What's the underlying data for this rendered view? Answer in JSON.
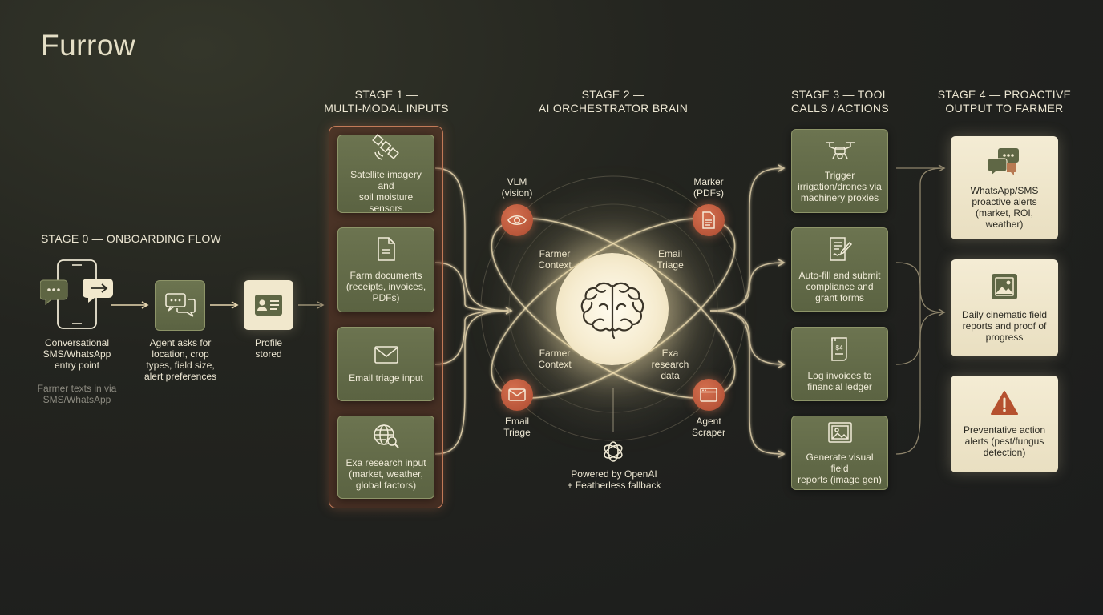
{
  "title": "Furrow",
  "stages": {
    "s0": "STAGE 0 — ONBOARDING FLOW",
    "s1": "STAGE 1 —\nMULTI-MODAL INPUTS",
    "s2": "STAGE 2 —\nAI ORCHESTRATOR BRAIN",
    "s3": "STAGE 3 — TOOL\nCALLS / ACTIONS",
    "s4": "STAGE 4 — PROACTIVE\nOUTPUT TO FARMER"
  },
  "onboarding": {
    "entry": "Conversational\nSMS/WhatsApp\nentry point",
    "entry_note": "Farmer texts in via\nSMS/WhatsApp",
    "agent": "Agent asks for\nlocation, crop\ntypes, field size,\nalert preferences",
    "profile": "Profile\nstored"
  },
  "inputs": [
    {
      "label": "Satellite imagery and\nsoil moisture sensors",
      "icon": "satellite-icon"
    },
    {
      "label": "Farm documents\n(receipts, invoices,\nPDFs)",
      "icon": "document-icon"
    },
    {
      "label": "Email triage input",
      "icon": "envelope-icon"
    },
    {
      "label": "Exa research input\n(market, weather,\nglobal factors)",
      "icon": "globe-search-icon"
    }
  ],
  "brain": {
    "nodes": {
      "vlm": "VLM\n(vision)",
      "marker": "Marker\n(PDFs)",
      "email": "Email\nTriage",
      "scraper": "Agent\nScraper"
    },
    "ellipse_labels": {
      "farmer_context_top": "Farmer\nContext",
      "email_triage_top": "Email\nTriage",
      "farmer_context_bottom": "Farmer\nContext",
      "exa_research": "Exa\nresearch\ndata"
    },
    "powered_by": "Powered by OpenAI\n+ Featherless fallback"
  },
  "actions": [
    {
      "label": "Trigger\nirrigation/drones via\nmachinery proxies",
      "icon": "drone-icon"
    },
    {
      "label": "Auto-fill and submit\ncompliance and\ngrant forms",
      "icon": "form-icon"
    },
    {
      "label": "Log invoices to\nfinancial ledger",
      "icon": "ledger-icon"
    },
    {
      "label": "Generate visual field\nreports (image gen)",
      "icon": "image-icon"
    }
  ],
  "outputs": [
    {
      "label": "WhatsApp/SMS\nproactive alerts\n(market, ROI, weather)",
      "icon": "chat-bubbles-icon"
    },
    {
      "label": "Daily cinematic field\nreports and proof of\nprogress",
      "icon": "field-report-icon"
    },
    {
      "label": "Preventative action\nalerts (pest/fungus\ndetection)",
      "icon": "warning-icon"
    }
  ],
  "colors": {
    "card_olive": "#5f6745",
    "card_light": "#f1e8cd",
    "accent_terracotta": "#c0603f",
    "wire": "#e8d7b0",
    "background": "#1e1f1d"
  }
}
